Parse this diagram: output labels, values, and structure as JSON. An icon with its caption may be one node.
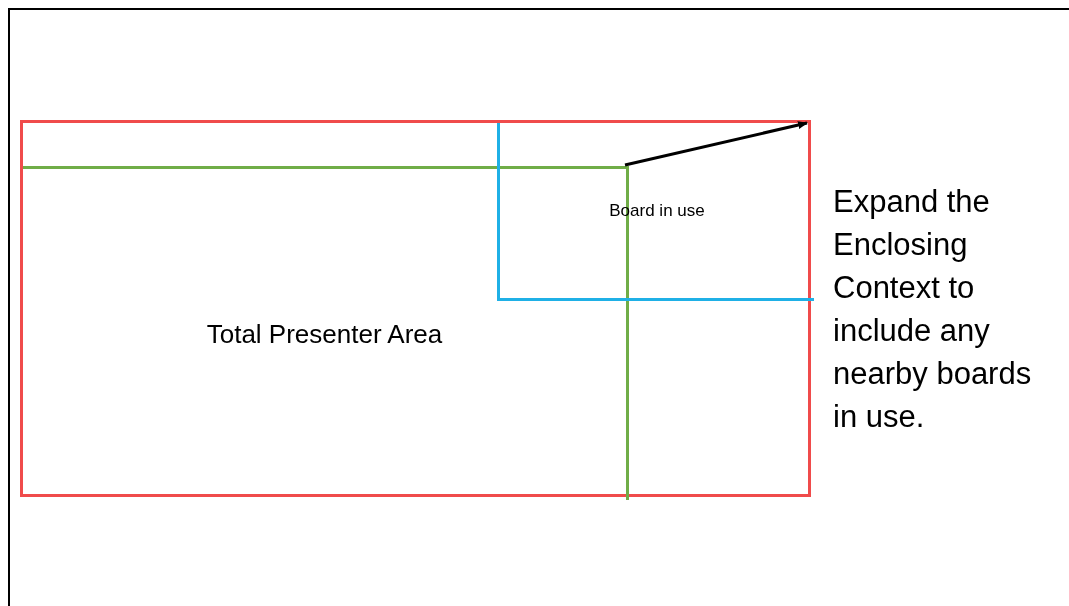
{
  "diagram": {
    "nodes": [
      {
        "text": [],
        "shape": "box"
      },
      {
        "text": [
          "Total Presenter Area"
        ],
        "in": 0
      },
      {
        "text": [
          "Board in use"
        ],
        "in": 0
      }
    ],
    "labels": [
      "Expand the Enclosing Context to include any nearby boards in use."
    ]
  }
}
